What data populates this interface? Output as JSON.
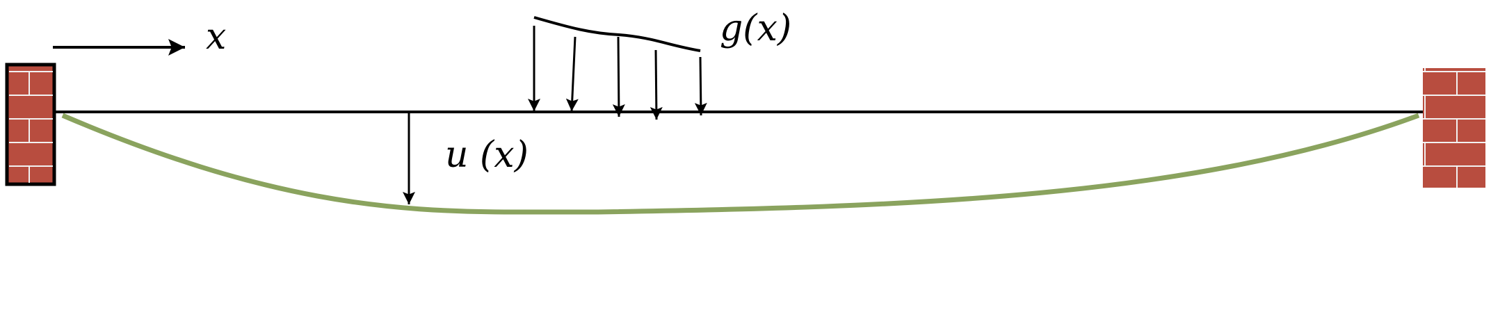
{
  "labels": {
    "x_axis": "x",
    "load": "g(x)",
    "displacement": "u (x)"
  },
  "colors": {
    "brick": "#b84d3f",
    "mortar": "#f2f2f2",
    "deflection": "#8aa35e",
    "line": "#000000"
  }
}
